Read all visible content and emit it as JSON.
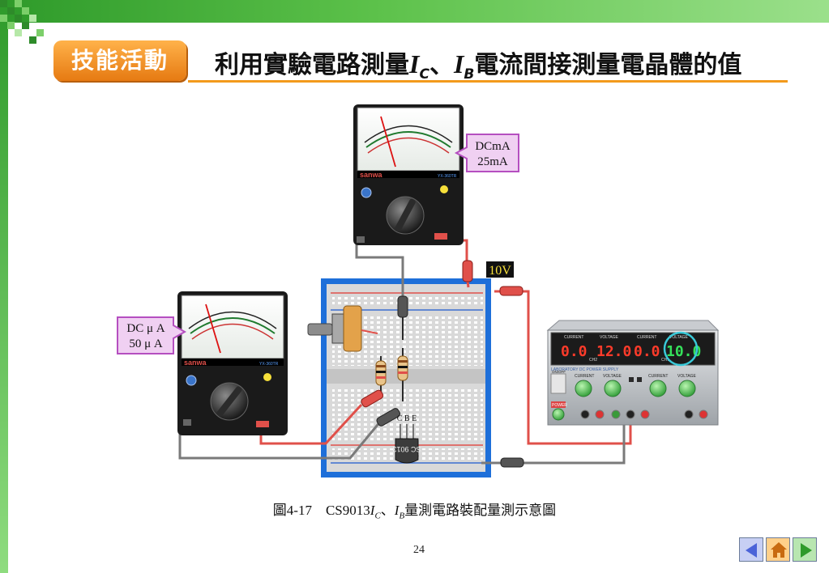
{
  "header": {
    "badge": "技能活動",
    "title_part1": "利用實驗電路測量",
    "var_c": "I",
    "sub_c": "C",
    "sep": "、",
    "var_b": "I",
    "sub_b": "B",
    "title_part2": "電流間接測量電晶體的值"
  },
  "figure": {
    "top_meter_label_1": "DCmA",
    "top_meter_label_2": "25mA",
    "left_meter_label_1": "DC μ A",
    "left_meter_label_2": "50 μ A",
    "supply_voltage_tag": "10V",
    "meter_brand": "sanwa",
    "meter_model": "YX-360TR",
    "transistor_pins": "C B E",
    "transistor_marking": "SC 9013",
    "psu": {
      "heading": "LABORATORY DC POWER SUPPLY",
      "displays": [
        "0.0",
        "12.0",
        "0.0",
        "10.0"
      ],
      "display_headers": [
        "CURRENT",
        "VOLTAGE",
        "CURRENT",
        "VOLTAGE"
      ],
      "channels": [
        "CH2",
        "CH1"
      ],
      "knob_labels": [
        "CURRENT",
        "VOLTAGE",
        "CURRENT",
        "VOLTAGE"
      ],
      "power_label": "POWER",
      "onoff_label": "ON/OFF"
    }
  },
  "caption": {
    "prefix": "圖4-17　CS9013",
    "var_c": "I",
    "sub_c": "C",
    "sep": "、",
    "var_b": "I",
    "sub_b": "B",
    "suffix": "量測電路裝配量測示意圖"
  },
  "footer": {
    "page_number": "24"
  },
  "colors": {
    "accent_green": "#2e9a2a",
    "badge_orange": "#f39a1c",
    "breadboard_blue": "#1e6fd9",
    "wire_red": "#e0504a",
    "display_red": "#ff3b2a",
    "display_green": "#35e05a"
  }
}
